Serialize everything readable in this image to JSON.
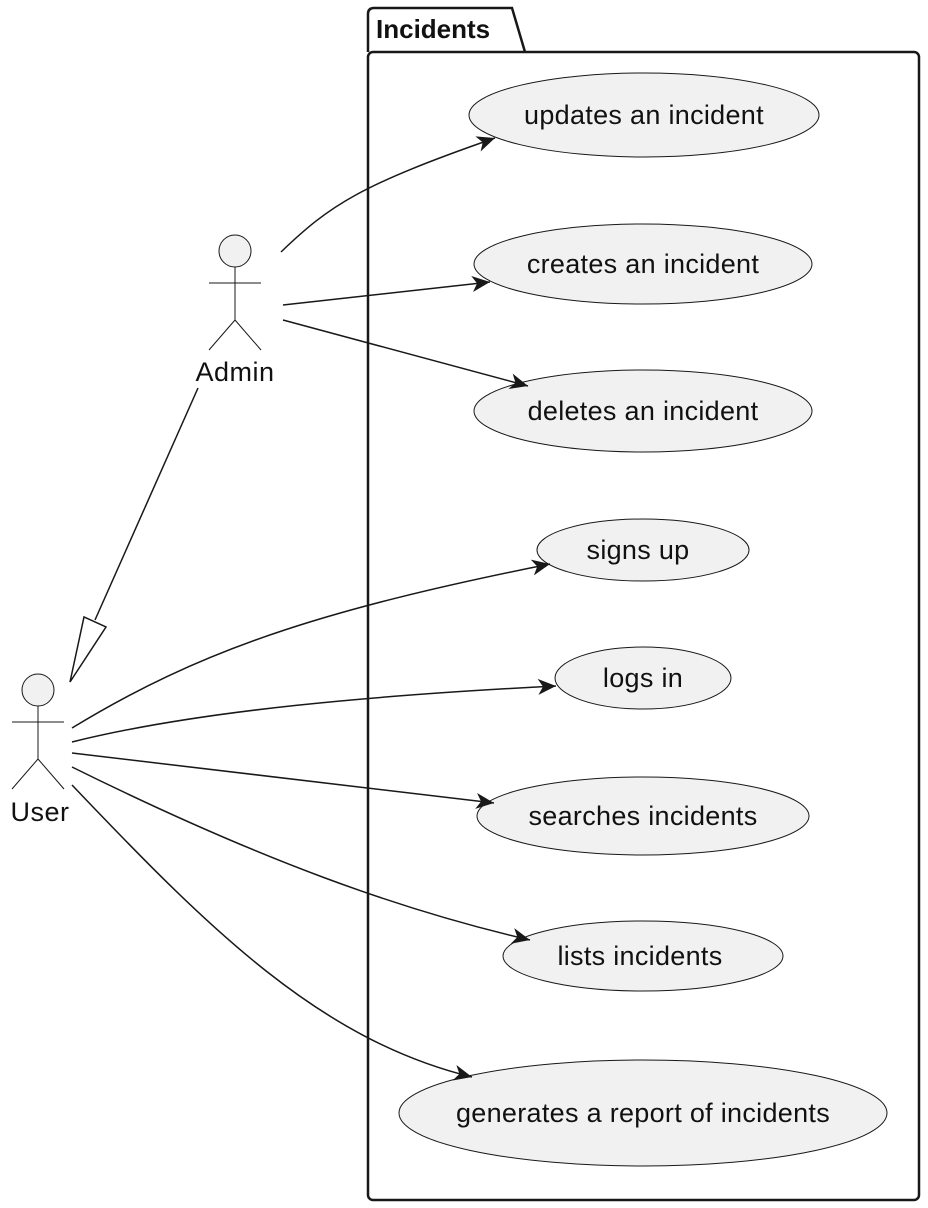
{
  "package": {
    "title": "Incidents"
  },
  "actors": {
    "admin": {
      "label": "Admin"
    },
    "user": {
      "label": "User"
    }
  },
  "use_cases": {
    "updates": "updates an incident",
    "creates": "creates an incident",
    "deletes": "deletes an incident",
    "signs_up": "signs up",
    "logs_in": "logs in",
    "searches": "searches incidents",
    "lists": "lists incidents",
    "generates": "generates a report of incidents"
  },
  "colors": {
    "ellipse_fill": "#f1f1f1",
    "stroke": "#181818",
    "background": "#ffffff"
  }
}
